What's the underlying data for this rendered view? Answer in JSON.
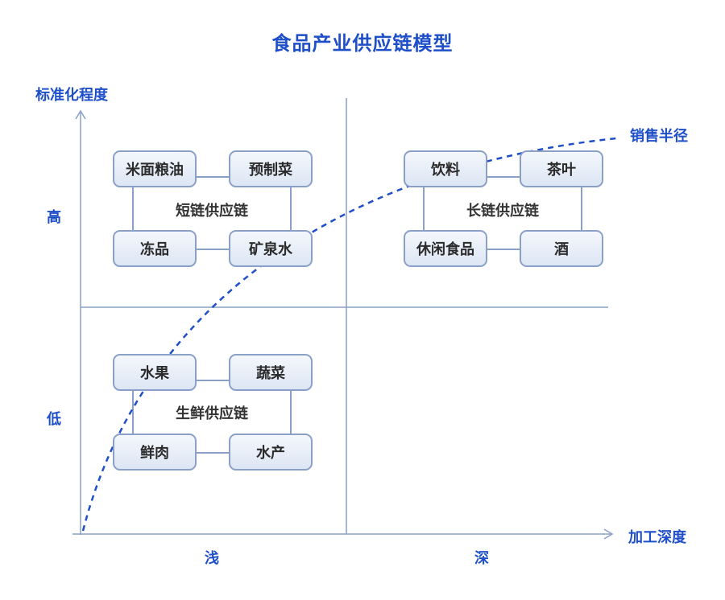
{
  "title": "食品产业供应链模型",
  "axes": {
    "y_label": "标准化程度",
    "x_label": "加工深度",
    "y_high": "高",
    "y_low": "低",
    "x_shallow": "浅",
    "x_deep": "深"
  },
  "curve_label": "销售半径",
  "groups": [
    {
      "name": "短链供应链",
      "items": [
        "米面粮油",
        "预制菜",
        "冻品",
        "矿泉水"
      ]
    },
    {
      "name": "长链供应链",
      "items": [
        "饮料",
        "茶叶",
        "休闲食品",
        "酒"
      ]
    },
    {
      "name": "生鲜供应链",
      "items": [
        "水果",
        "蔬菜",
        "鲜肉",
        "水产"
      ]
    }
  ],
  "colors": {
    "accent": "#1f4fc8",
    "axis": "#8aa0c8",
    "box_border": "#8aa0c8",
    "box_fill_top": "#f4f7fc",
    "box_fill_bottom": "#dde6f4",
    "curve": "#1f4fc8"
  }
}
